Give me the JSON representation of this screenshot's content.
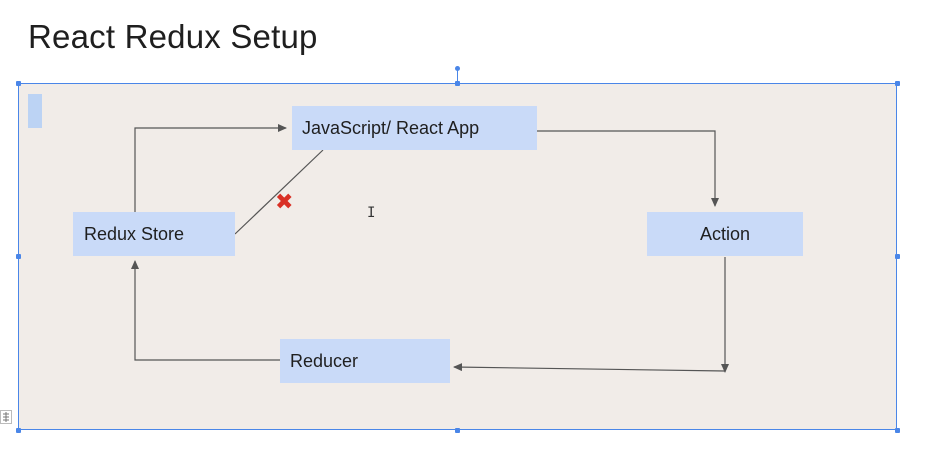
{
  "slide": {
    "title": "React Redux Setup"
  },
  "diagram": {
    "nodes": {
      "app": "JavaScript/ React App",
      "store": "Redux Store",
      "action": "Action",
      "reducer": "Reducer"
    },
    "edges": [
      {
        "from": "app",
        "to": "action"
      },
      {
        "from": "action",
        "to": "reducer"
      },
      {
        "from": "reducer",
        "to": "store"
      },
      {
        "from": "store",
        "to": "app"
      },
      {
        "from": "store",
        "to": "app",
        "style": "blocked",
        "marker": "✖"
      }
    ],
    "colors": {
      "node_fill": "#c9daf8",
      "canvas_fill": "#f1ece8",
      "selection": "#4a86e8",
      "edge": "#555555",
      "blocked_marker": "#d93025"
    }
  },
  "ui": {
    "text_cursor_glyph": "I",
    "format_icon": "paragraph-format-icon"
  }
}
